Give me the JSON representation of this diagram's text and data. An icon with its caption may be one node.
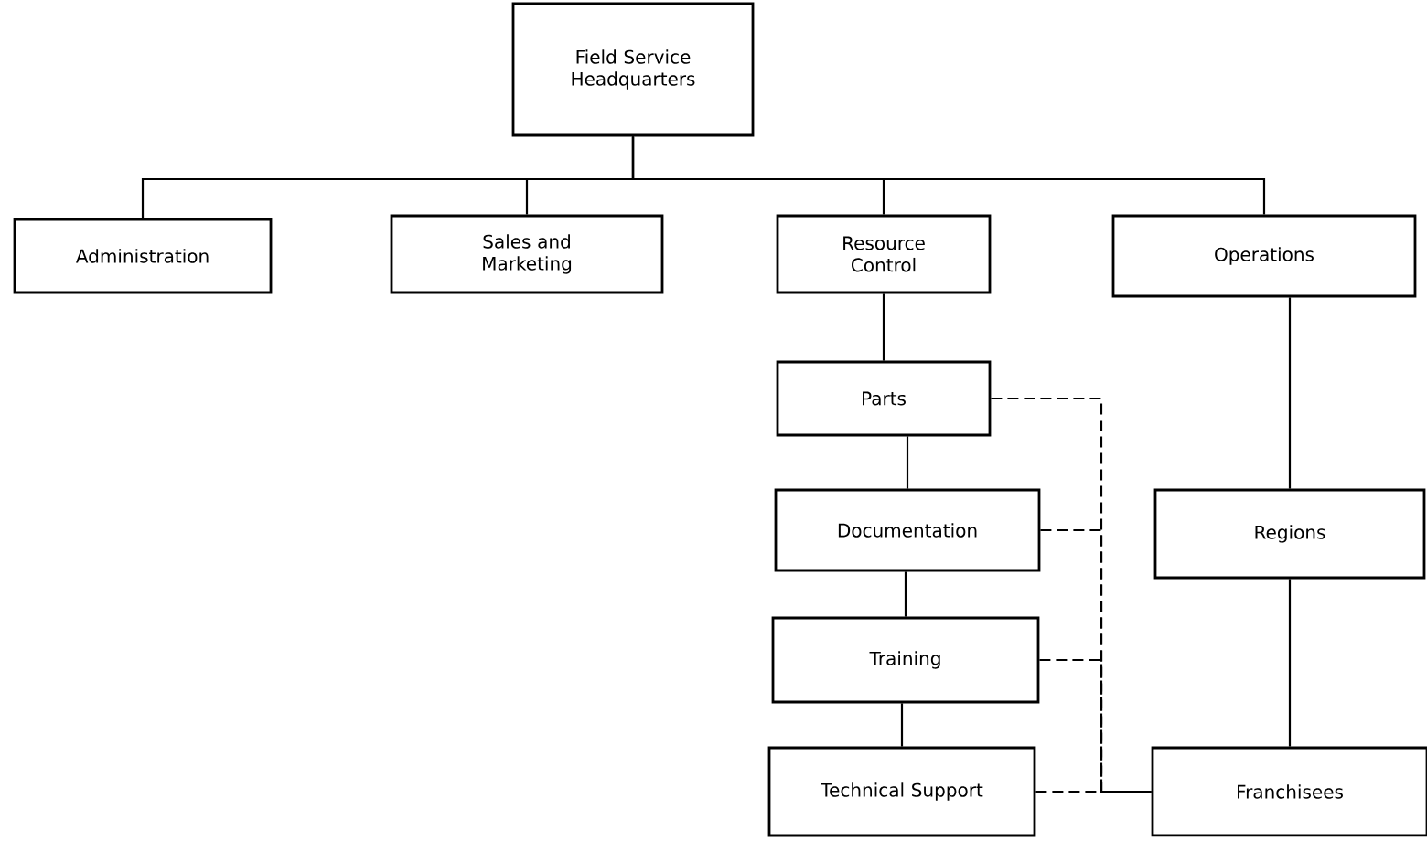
{
  "diagram": {
    "nodes": [
      {
        "text": [
          "Field Service Headquarters"
        ]
      },
      {
        "text": [
          "Administration"
        ]
      },
      {
        "text": [
          "Sales and Marketing"
        ]
      },
      {
        "text": [
          "Resource Control"
        ]
      },
      {
        "text": [
          "Operations"
        ]
      },
      {
        "text": [
          "Parts"
        ]
      },
      {
        "text": [
          "Documentation"
        ]
      },
      {
        "text": [
          "Training"
        ]
      },
      {
        "text": [
          "Technical Support"
        ]
      },
      {
        "text": [
          "Regions"
        ]
      },
      {
        "text": [
          "Franchisees"
        ]
      }
    ],
    "edges": [
      {
        "from": 0,
        "to": 1,
        "arrow": "none"
      },
      {
        "from": 0,
        "to": 2,
        "arrow": "none"
      },
      {
        "from": 0,
        "to": 3,
        "arrow": "none"
      },
      {
        "from": 0,
        "to": 4,
        "arrow": "none"
      },
      {
        "from": 3,
        "to": 5,
        "arrow": "none"
      },
      {
        "from": 5,
        "to": 6,
        "arrow": "none"
      },
      {
        "from": 6,
        "to": 7,
        "arrow": "none"
      },
      {
        "from": 7,
        "to": 8,
        "arrow": "none"
      },
      {
        "from": 4,
        "to": 9,
        "arrow": "none"
      },
      {
        "from": 9,
        "to": 10,
        "arrow": "none"
      },
      {
        "from": 5,
        "to": 10,
        "arrow": "none",
        "style": "dashed"
      },
      {
        "from": 6,
        "to": 10,
        "arrow": "none",
        "style": "dashed"
      },
      {
        "from": 7,
        "to": 10,
        "arrow": "none",
        "style": "dashed"
      },
      {
        "from": 8,
        "to": 10,
        "arrow": "none",
        "style": "dashed"
      }
    ]
  }
}
